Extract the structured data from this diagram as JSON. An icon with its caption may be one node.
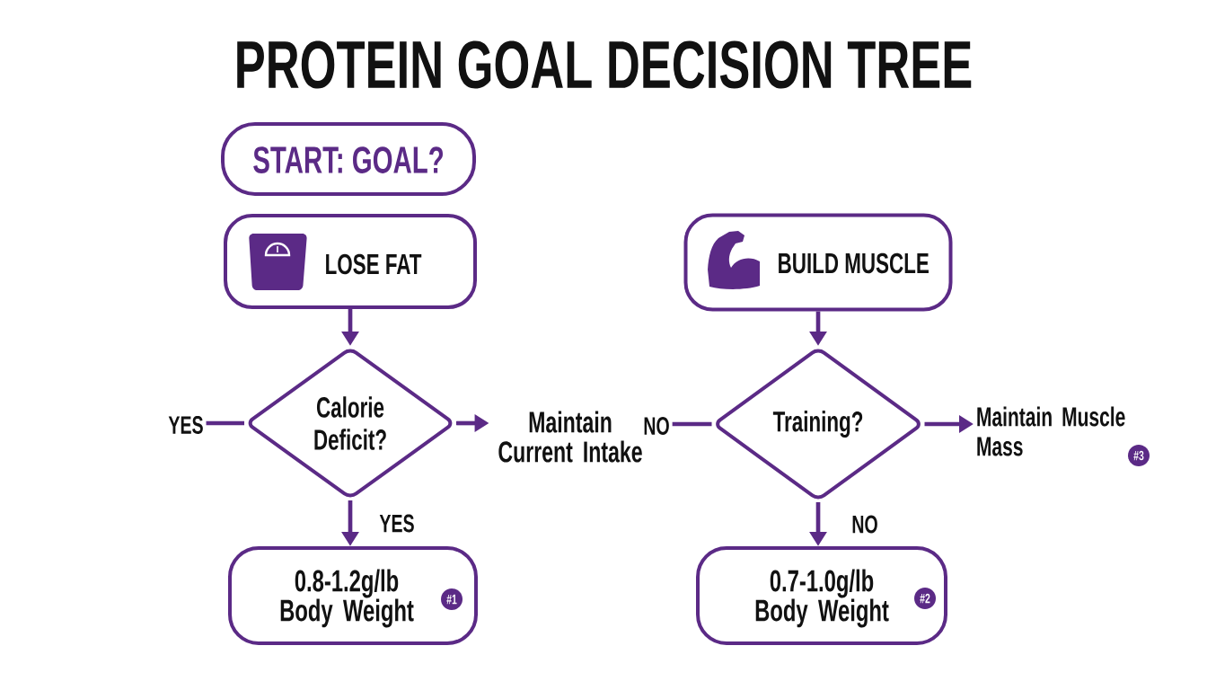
{
  "diagram": {
    "title": "PROTEIN GOAL DECISION TREE",
    "nodes": [
      {
        "text": [
          "START: GOAL?"
        ]
      },
      {
        "text": [
          "LOSE FAT"
        ]
      },
      {
        "text": [
          "BUILD MUSCLE"
        ]
      },
      {
        "text": [
          "YES"
        ]
      },
      {
        "text": [
          "Calorie Deficit?"
        ]
      },
      {
        "text": [
          "Maintain Current Intake"
        ]
      },
      {
        "text": [
          "NO"
        ]
      },
      {
        "text": [
          "Training?"
        ]
      },
      {
        "text": [
          "Maintain Muscle Mass"
        ]
      },
      {
        "text": [
          "#3"
        ]
      },
      {
        "text": [
          "0.8-1.2g/lb Body Weight"
        ]
      },
      {
        "text": [
          "#1"
        ],
        "in": 10
      },
      {
        "text": [
          "0.7-1.0g/lb Body Weight"
        ]
      },
      {
        "text": [
          "#2"
        ],
        "in": 12
      }
    ],
    "edges": [
      {
        "from": 1,
        "to": 4,
        "arrow": "to"
      },
      {
        "from": 2,
        "to": 7,
        "arrow": "to"
      },
      {
        "from": 3,
        "to": 4,
        "arrow": "none"
      },
      {
        "from": 4,
        "to": 5,
        "arrow": "to"
      },
      {
        "from": 4,
        "to": 10,
        "arrow": "to",
        "label": "YES"
      },
      {
        "from": 6,
        "to": 7,
        "arrow": "none"
      },
      {
        "from": 7,
        "to": 8,
        "arrow": "to"
      },
      {
        "from": 7,
        "to": 12,
        "arrow": "to",
        "label": "NO"
      }
    ]
  }
}
